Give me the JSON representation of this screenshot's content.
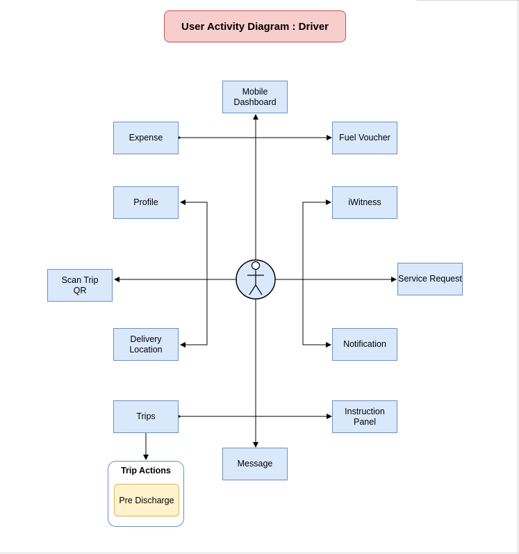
{
  "diagram": {
    "title": "User Activity Diagram : Driver",
    "actor_icon": "stick-figure-actor-icon",
    "nodes": {
      "mobile_dashboard": "Mobile\nDashboard",
      "expense": "Expense",
      "fuel_voucher": "Fuel Voucher",
      "profile": "Profile",
      "iwitness": "iWitness",
      "scan_trip_qr": "Scan Trip\nQR",
      "service_request": "Service Request",
      "delivery_location": "Delivery\nLocation",
      "notification": "Notification",
      "trips": "Trips",
      "instruction_panel": "Instruction\nPanel",
      "message": "Message"
    },
    "trip_actions": {
      "title": "Trip Actions",
      "items": [
        "Pre Discharge"
      ]
    },
    "colors": {
      "title_fill": "#f8cecc",
      "title_stroke": "#b85450",
      "node_fill": "#dae8fc",
      "node_stroke": "#6c8ebf",
      "action_fill": "#fff2cc",
      "action_stroke": "#d6b656",
      "line": "#000000"
    }
  }
}
